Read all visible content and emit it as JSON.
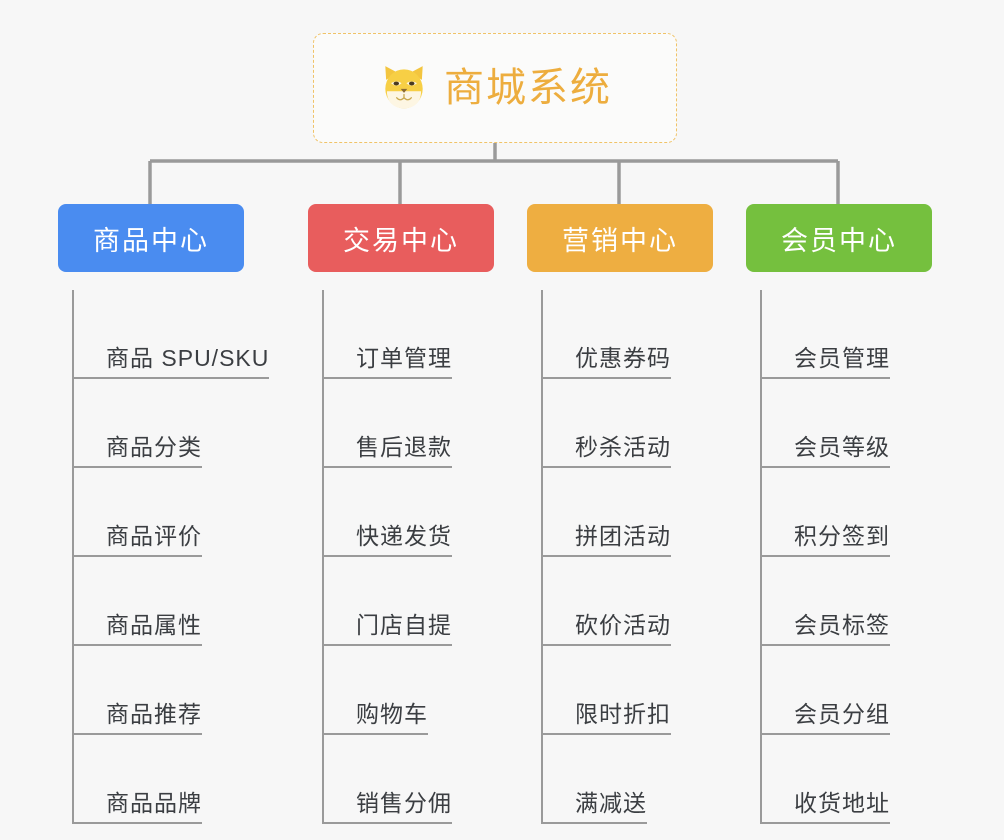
{
  "root": {
    "title": "商城系统",
    "icon": "shiba-dog-face-icon",
    "border_color": "#f0c368",
    "text_color": "#edad3e",
    "background": "#fbfbfa"
  },
  "canvas": {
    "background": "#f7f7f7",
    "connector_color": "#9a9a9a",
    "leaf_text_color": "#3b3e42"
  },
  "categories": [
    {
      "label": "商品中心",
      "color": "#4a8cf0",
      "items": [
        "商品 SPU/SKU",
        "商品分类",
        "商品评价",
        "商品属性",
        "商品推荐",
        "商品品牌"
      ]
    },
    {
      "label": "交易中心",
      "color": "#e85d5d",
      "items": [
        "订单管理",
        "售后退款",
        "快递发货",
        "门店自提",
        "购物车",
        "销售分佣"
      ]
    },
    {
      "label": "营销中心",
      "color": "#eeae41",
      "items": [
        "优惠券码",
        "秒杀活动",
        "拼团活动",
        "砍价活动",
        "限时折扣",
        "满减送"
      ]
    },
    {
      "label": "会员中心",
      "color": "#75c03e",
      "items": [
        "会员管理",
        "会员等级",
        "积分签到",
        "会员标签",
        "会员分组",
        "收货地址"
      ]
    }
  ]
}
